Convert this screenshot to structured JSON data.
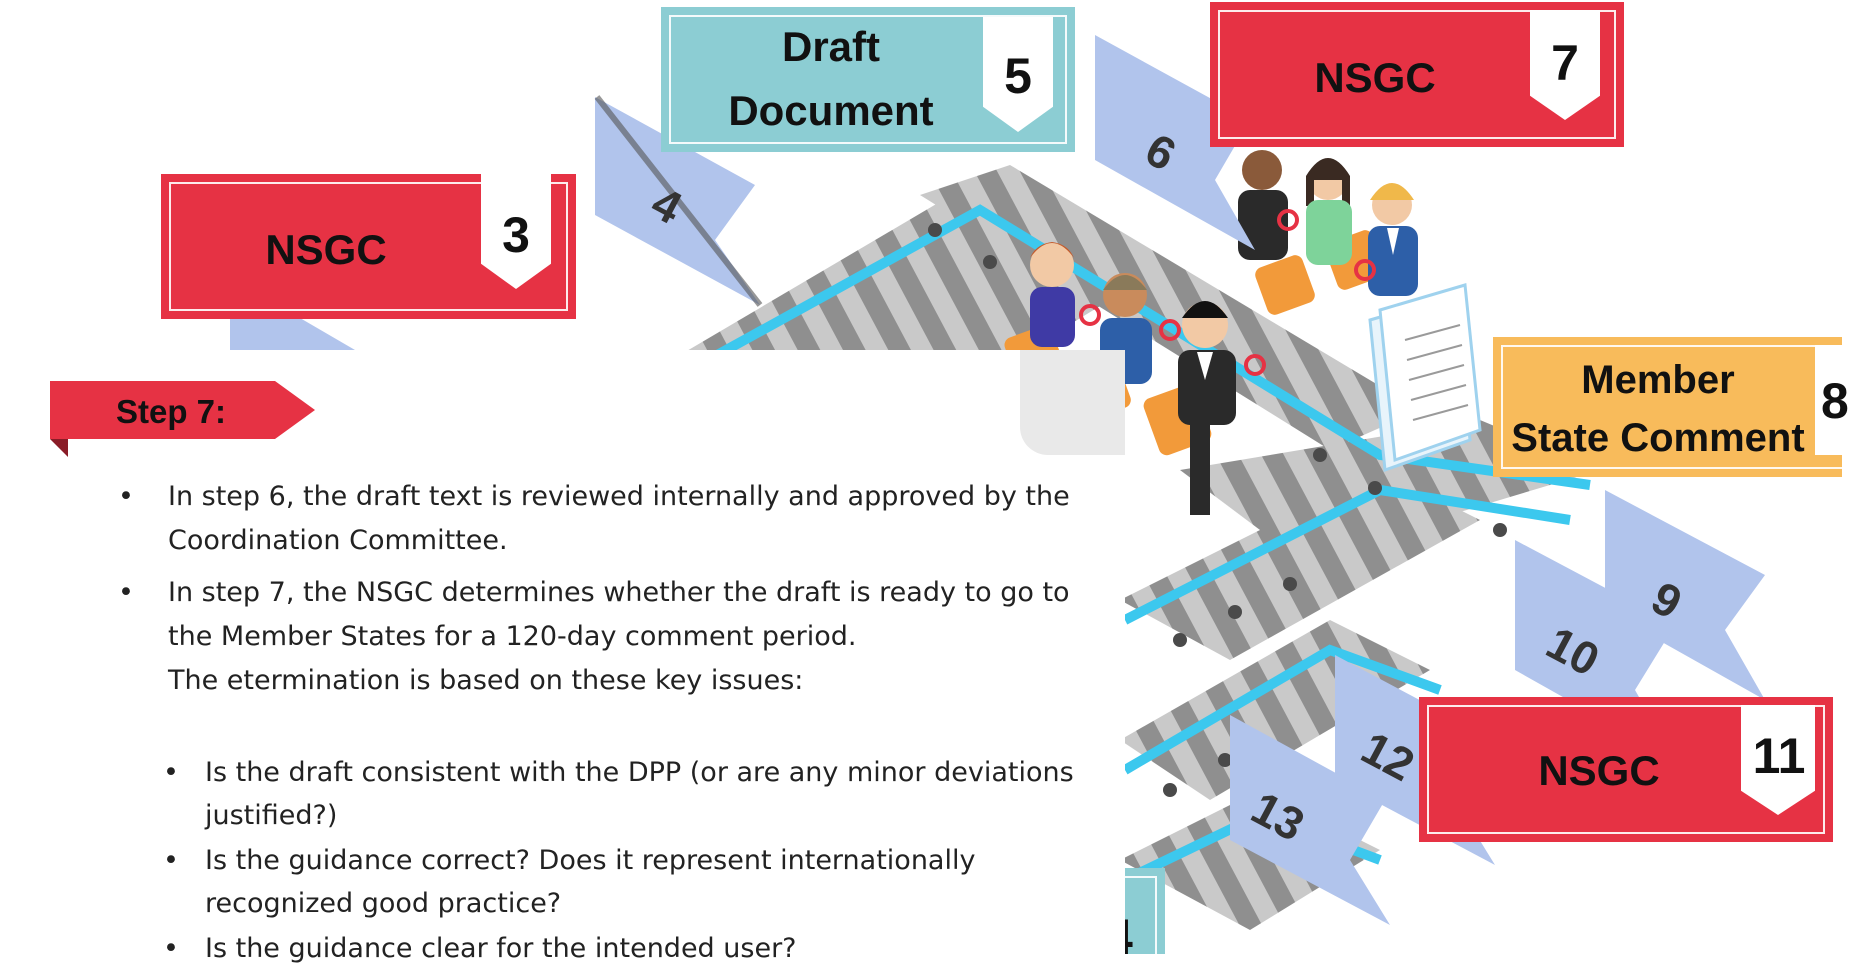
{
  "labels": {
    "nsgc_3": {
      "text": "NSGC",
      "num": "3"
    },
    "draft_5": {
      "line1": "Draft",
      "line2": "Document",
      "num": "5"
    },
    "nsgc_7": {
      "text": "NSGC",
      "num": "7"
    },
    "member_8": {
      "line1": "Member",
      "line2": "State Comment",
      "num": "8"
    },
    "nsgc_11": {
      "text": "NSGC",
      "num": "11"
    },
    "partial_left": {
      "text": "I"
    },
    "partial_bottom": {
      "num": "4"
    }
  },
  "flags": [
    "4",
    "6",
    "9",
    "10",
    "12",
    "13"
  ],
  "step": {
    "title": "Step 7:",
    "bullets": [
      {
        "line1": "In step 6, the draft text is reviewed internally and approved by the",
        "line2": "Coordination Committee."
      },
      {
        "line1": "In step 7, the NSGC determines whether the draft is ready to go to",
        "line2": "the Member States for a 120-day comment period."
      }
    ],
    "intro": "The etermination is based on these key issues:",
    "sub_bullets": [
      {
        "line1": "Is the draft consistent with the DPP (or are any minor deviations",
        "line2": "justified?)"
      },
      {
        "line1": "Is the guidance correct? Does it represent internationally",
        "line2": "recognized good practice?"
      },
      {
        "line1": "Is the guidance clear for the intended user?",
        "line2": ""
      }
    ]
  },
  "colors": {
    "red": "#e63244",
    "teal": "#8ccdd3",
    "orange": "#f8bb5b",
    "flag": "#b1c4ec",
    "belt": "#9a9a9a",
    "rail": "#3cc8ee"
  }
}
